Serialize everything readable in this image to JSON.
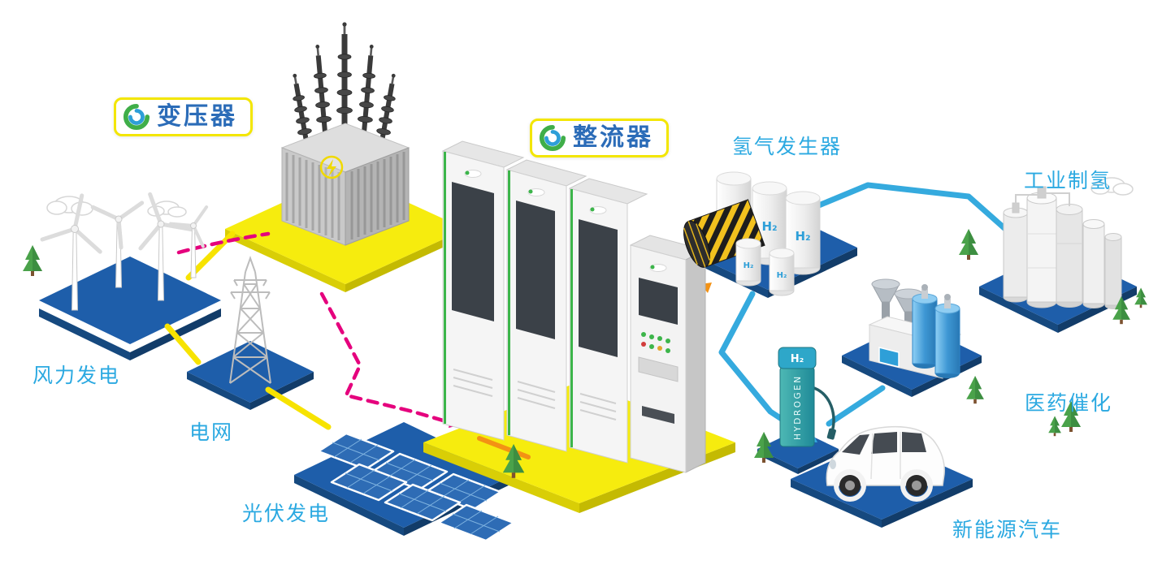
{
  "badges": {
    "transformer": {
      "label": "变压器"
    },
    "rectifier": {
      "label": "整流器"
    }
  },
  "labels": {
    "wind_power": "风力发电",
    "power_grid": "电网",
    "solar_power": "光伏发电",
    "hydrogen_generator": "氢气发生器",
    "industrial_hydrogen": "工业制氢",
    "pharma_catalysis": "医药催化",
    "new_energy_vehicles": "新能源汽车"
  },
  "equipment": {
    "h2_tanks": {
      "tank1": "H₂",
      "tank2": "H₂",
      "tank3": "H₂",
      "small1": "H₂",
      "small2": "H₂"
    },
    "fuel_station": {
      "sign": "H₂",
      "body_text": "HYDROGEN"
    }
  },
  "colors": {
    "label_text": "#2BA9E1",
    "badge_text": "#2B6CB8",
    "badge_border": "#F3E600",
    "platform_blue": "#1E5EAA",
    "platform_yellow": "#F6EC0E",
    "flow_pink": "#E5007D",
    "flow_yellow": "#F7E300",
    "flow_orange": "#F39214",
    "flow_blue": "#35AADE",
    "tree_green": "#4AA24A",
    "logo_green": "#3FAE49",
    "logo_blue": "#2E9FD8"
  }
}
